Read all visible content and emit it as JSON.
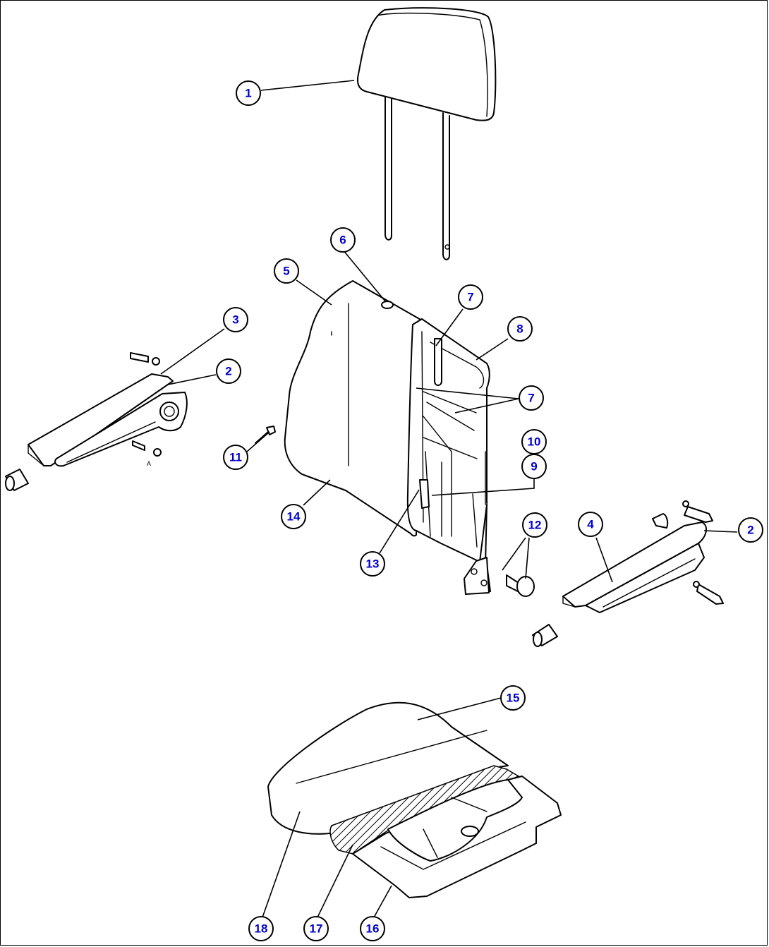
{
  "colors": {
    "line": "#000000",
    "background": "#ffffff",
    "callout_number": "#0000cc"
  },
  "callouts": [
    {
      "id": "c1",
      "label": "1"
    },
    {
      "id": "c2a",
      "label": "2"
    },
    {
      "id": "c2b",
      "label": "2"
    },
    {
      "id": "c3",
      "label": "3"
    },
    {
      "id": "c4",
      "label": "4"
    },
    {
      "id": "c5",
      "label": "5"
    },
    {
      "id": "c6",
      "label": "6"
    },
    {
      "id": "c7a",
      "label": "7"
    },
    {
      "id": "c7b",
      "label": "7"
    },
    {
      "id": "c8",
      "label": "8"
    },
    {
      "id": "c9",
      "label": "9"
    },
    {
      "id": "c10",
      "label": "10"
    },
    {
      "id": "c11",
      "label": "11"
    },
    {
      "id": "c12",
      "label": "12"
    },
    {
      "id": "c13",
      "label": "13"
    },
    {
      "id": "c14",
      "label": "14"
    },
    {
      "id": "c15",
      "label": "15"
    },
    {
      "id": "c16",
      "label": "16"
    },
    {
      "id": "c17",
      "label": "17"
    },
    {
      "id": "c18",
      "label": "18"
    }
  ],
  "annotations": {
    "small_a_left": "A"
  }
}
